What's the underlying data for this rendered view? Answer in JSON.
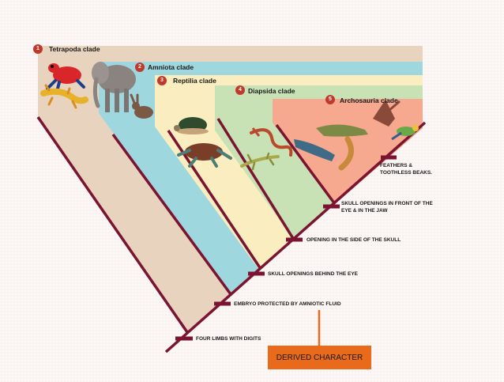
{
  "clades": [
    {
      "number": "1",
      "label": "Tetrapoda clade"
    },
    {
      "number": "2",
      "label": "Amniota clade"
    },
    {
      "number": "3",
      "label": "Reptilia clade"
    },
    {
      "number": "4",
      "label": "Diapsida clade"
    },
    {
      "number": "5",
      "label": "Archosauria clade"
    }
  ],
  "traits": [
    "FOUR LIMBS WITH DIGITS",
    "EMBRYO PROTECTED BY AMNIOTIC FLUID",
    "SKULL OPENINGS BEHIND THE EYE",
    "OPENING IN THE SIDE OF THE SKULL",
    "SKULL OPENINGS IN FRONT OF THE EYE & IN THE JAW",
    "FEATHERS & TOOTHLESS BEAKS."
  ],
  "legend": {
    "derived_character": "DERIVED CHARACTER"
  },
  "colors": {
    "tetrapoda": "#e7d3be",
    "amniota": "#9fd7df",
    "reptilia": "#faeec0",
    "diapsida": "#c8e2b6",
    "archosauria": "#f6a98e",
    "branch": "#7a1430",
    "badge": "#c0392b",
    "box": "#e96a1a"
  },
  "animals": [
    "frog",
    "salamander",
    "elephant",
    "rabbit",
    "turtle",
    "sea-turtle",
    "snake",
    "lizard",
    "crocodile",
    "alligator",
    "pterosaur",
    "bird"
  ]
}
